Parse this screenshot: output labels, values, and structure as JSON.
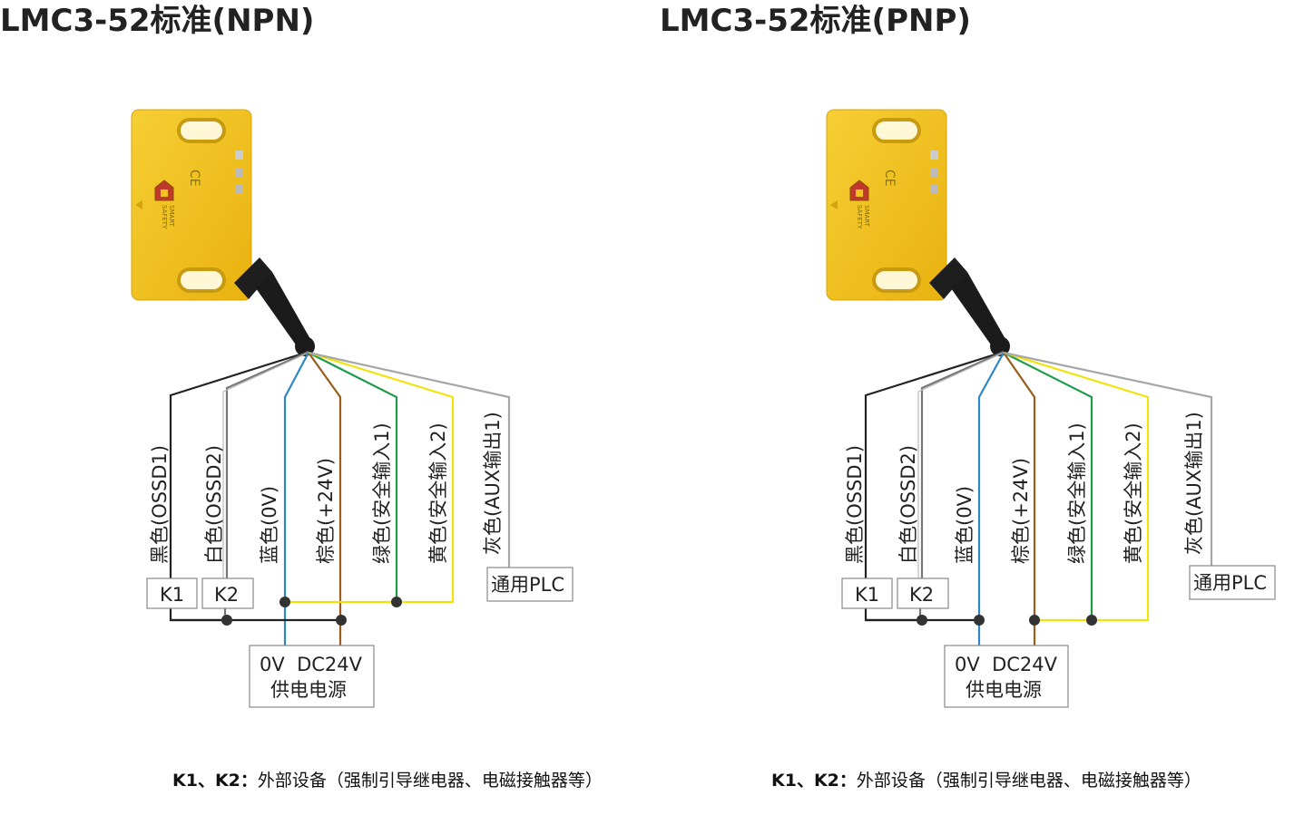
{
  "panels": [
    {
      "id": "npn",
      "title": "LMC3-52标准(NPN)",
      "wires": [
        {
          "label": "黑色(OSSD1)",
          "color": "#222222"
        },
        {
          "label": "白色(OSSD2)",
          "color": "#777777"
        },
        {
          "label": "蓝色(0V)",
          "color": "#2f87c8"
        },
        {
          "label": "棕色(+24V)",
          "color": "#9b5d1c"
        },
        {
          "label": "绿色(安全输入1)",
          "color": "#1f9b4a"
        },
        {
          "label": "黄色(安全输入2)",
          "color": "#f2e20a"
        },
        {
          "label": "灰色(AUX输出1)",
          "color": "#a6a6a6"
        }
      ],
      "k1": "K1",
      "k2": "K2",
      "plc": "通用PLC",
      "power_line1": "0V  DC24V",
      "power_line2": "供电电源",
      "note_bold": "K1、K2：",
      "note_text": "外部设备（强制引导继电器、电磁接触器等）"
    },
    {
      "id": "pnp",
      "title": "LMC3-52标准(PNP)",
      "wires": [
        {
          "label": "黑色(OSSD1)",
          "color": "#222222"
        },
        {
          "label": "白色(OSSD2)",
          "color": "#777777"
        },
        {
          "label": "蓝色(0V)",
          "color": "#2f87c8"
        },
        {
          "label": "棕色(+24V)",
          "color": "#9b5d1c"
        },
        {
          "label": "绿色(安全输入1)",
          "color": "#1f9b4a"
        },
        {
          "label": "黄色(安全输入2)",
          "color": "#f2e20a"
        },
        {
          "label": "灰色(AUX输出1)",
          "color": "#a6a6a6"
        }
      ],
      "k1": "K1",
      "k2": "K2",
      "plc": "通用PLC",
      "power_line1": "0V  DC24V",
      "power_line2": "供电电源",
      "note_bold": "K1、K2：",
      "note_text": "外部设备（强制引导继电器、电磁接触器等）"
    }
  ],
  "sensor": {
    "body_color": "#f3c21e",
    "cable_color": "#1e1e1e",
    "brand_line1": "SMART",
    "brand_line2": "SAFETY",
    "ce_mark": "CE",
    "icon": "safety-shield-logo-icon"
  }
}
